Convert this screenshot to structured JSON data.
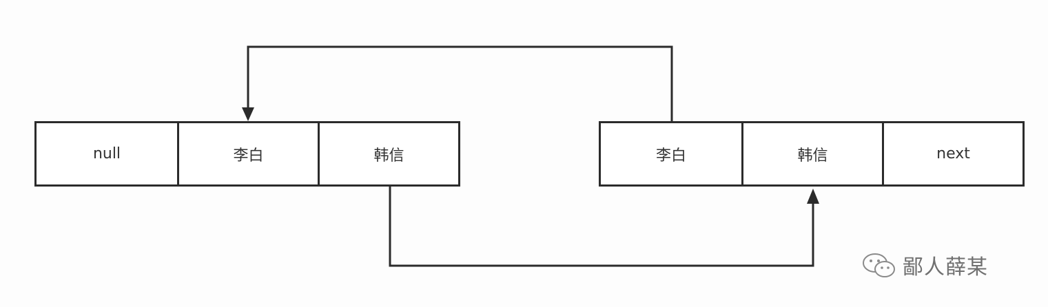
{
  "nodes": [
    {
      "cells": [
        "null",
        "李白",
        "韩信"
      ]
    },
    {
      "cells": [
        "李白",
        "韩信",
        "next"
      ]
    }
  ],
  "watermark": {
    "text": "鄙人薛某",
    "icon": "wechat-icon"
  },
  "colors": {
    "line": "#2b2b2b",
    "text": "#333333",
    "watermark": "#707070"
  }
}
